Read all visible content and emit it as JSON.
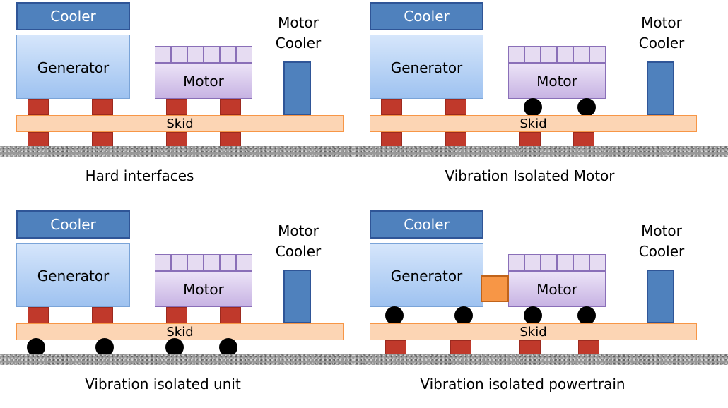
{
  "labels": {
    "cooler": "Cooler",
    "generator": "Generator",
    "motor": "Motor",
    "motor_cooler_line1": "Motor",
    "motor_cooler_line2": "Cooler",
    "skid": "Skid"
  },
  "panels": [
    {
      "caption": "Hard interfaces"
    },
    {
      "caption": "Vibration Isolated Motor"
    },
    {
      "caption": "Vibration isolated unit"
    },
    {
      "caption": "Vibration isolated powertrain"
    }
  ],
  "colors": {
    "cooler": "#4f81bd",
    "generator": "#9ec2f0",
    "motor": "#c7b3e3",
    "skid": "#fcd5b4",
    "hard_mount": "#c0392b",
    "isolator": "#000000",
    "coupling": "#f79646",
    "ground": "#9a9a9a"
  }
}
